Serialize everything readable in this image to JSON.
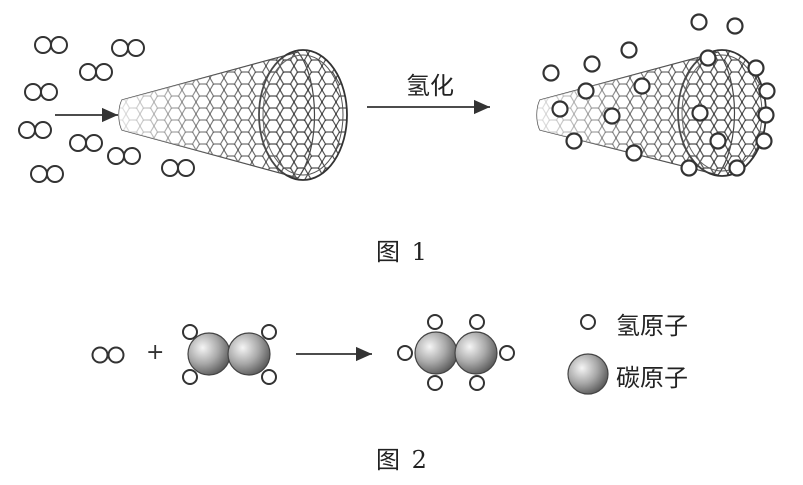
{
  "figure1": {
    "caption": "图 1",
    "process_label": "氢化",
    "before": "nanocone-with-h2-molecules",
    "after": "hydrogenated-nanocone"
  },
  "figure2": {
    "caption": "图 2",
    "operator": "+"
  },
  "legend": {
    "hydrogen_label": "氢原子",
    "carbon_label": "碳原子",
    "hydrogen_icon": "hollow-circle",
    "carbon_icon": "shaded-sphere"
  },
  "colors": {
    "stroke": "#333333",
    "carbon_light": "#f2f2f2",
    "carbon_dark": "#6b6b6b"
  }
}
